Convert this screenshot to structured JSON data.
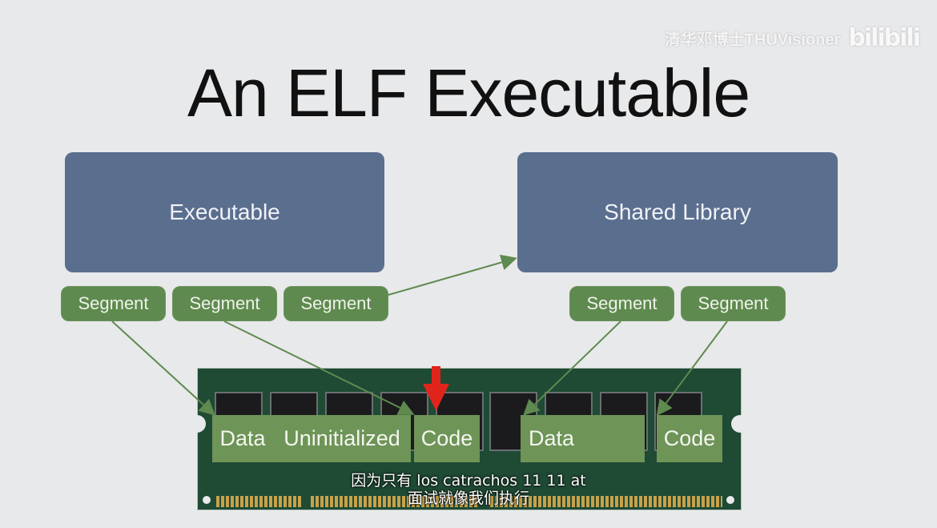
{
  "watermark": {
    "channel": "清华邓博士THUVisioner",
    "logo": "bilibili"
  },
  "slide": {
    "title": "An ELF Executable",
    "executable_label": "Executable",
    "shared_library_label": "Shared Library",
    "executable_segments": [
      "Segment",
      "Segment",
      "Segment"
    ],
    "library_segments": [
      "Segment",
      "Segment"
    ],
    "memory": {
      "data_1": "Data",
      "uninitialized": "Uninitialized",
      "code_1": "Code",
      "data_2": "Data",
      "code_2": "Code"
    }
  },
  "captions": {
    "line1": "因为只有 los catrachos 11 11 at",
    "line2": "面试就像我们执行"
  },
  "colors": {
    "background": "#e8e9eb",
    "block": "#5a6e8e",
    "segment": "#5f8a4f",
    "memory_cell": "#6e9458",
    "board": "#1f4a34",
    "pointer_arrow": "#e0241b"
  }
}
